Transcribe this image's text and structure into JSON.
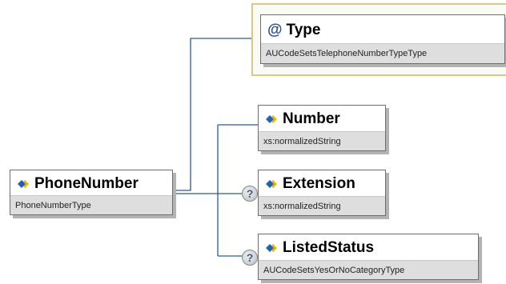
{
  "root": {
    "name": "PhoneNumber",
    "type": "PhoneNumberType"
  },
  "attribute": {
    "name": "Type",
    "type": "AUCodeSetsTelephoneNumberTypeType",
    "symbol": "@"
  },
  "children": [
    {
      "name": "Number",
      "type": "xs:normalizedString",
      "optional": false
    },
    {
      "name": "Extension",
      "type": "xs:normalizedString",
      "optional": true
    },
    {
      "name": "ListedStatus",
      "type": "AUCodeSetsYesOrNoCategoryType",
      "optional": true
    }
  ],
  "optional_marker": "?",
  "icons": {
    "element": "element-diamond-icon",
    "attribute": "attribute-at-icon",
    "optional": "optional-question-icon"
  },
  "colors": {
    "connector": "#2d5a8c",
    "attribute_border": "#d8c98a",
    "subtitle_bg": "#dedede",
    "icon_blue": "#1e64b4",
    "icon_gold": "#f0b400"
  }
}
